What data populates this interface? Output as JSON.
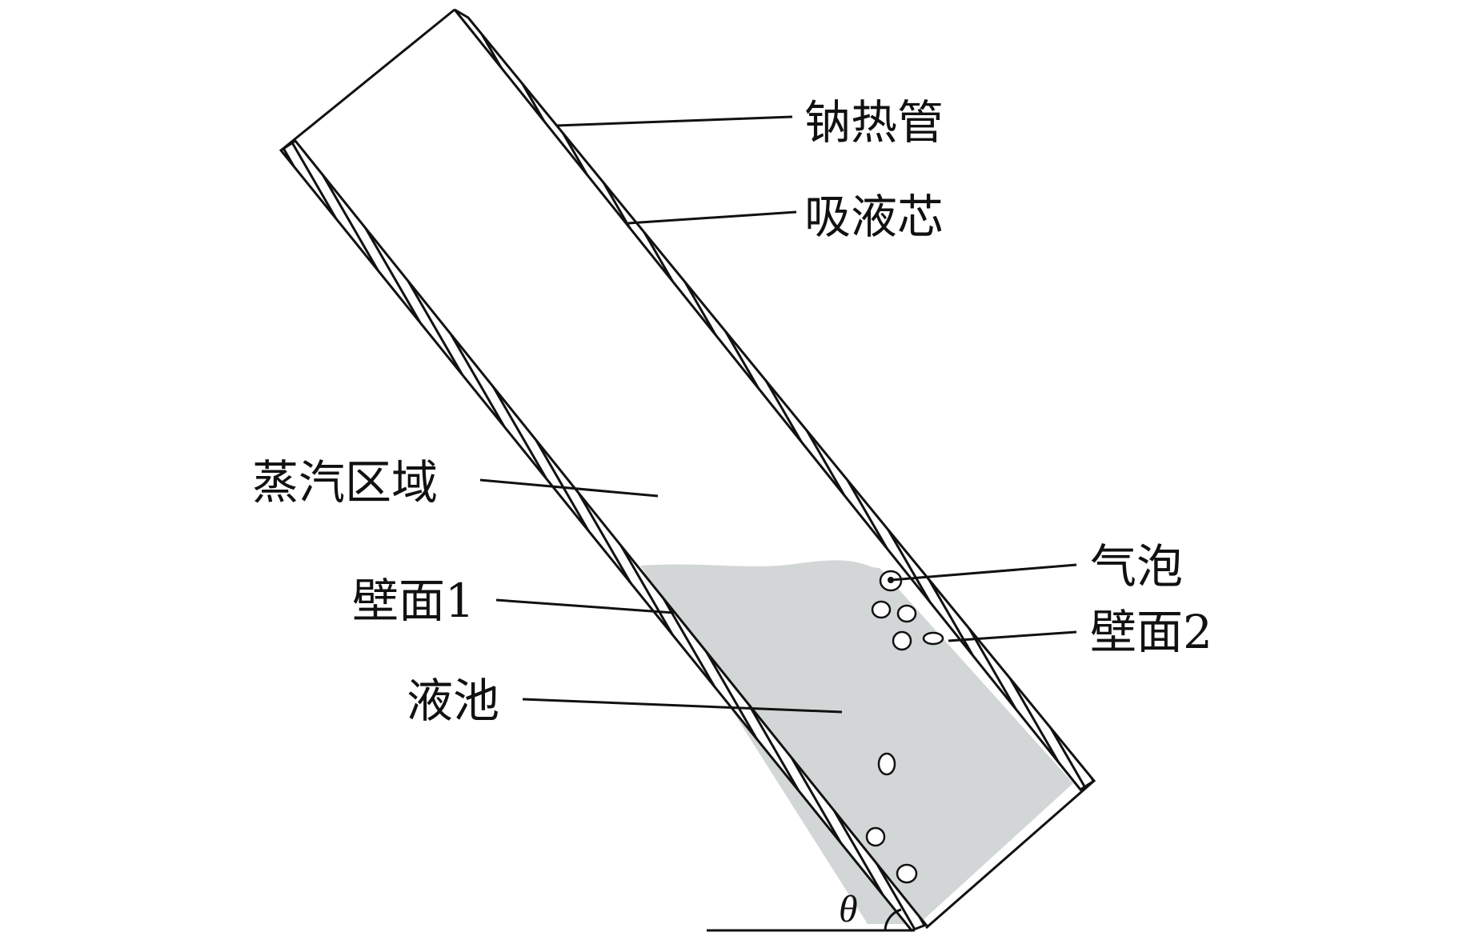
{
  "labels": {
    "sodium_heat_pipe": "钠热管",
    "wick": "吸液芯",
    "vapor_region": "蒸汽区域",
    "bubble": "气泡",
    "wall_1": "壁面1",
    "wall_2": "壁面2",
    "liquid_pool": "液池",
    "angle": "θ"
  },
  "colors": {
    "liquid": "#d3d6d6",
    "line": "#111111",
    "background": "#ffffff"
  }
}
